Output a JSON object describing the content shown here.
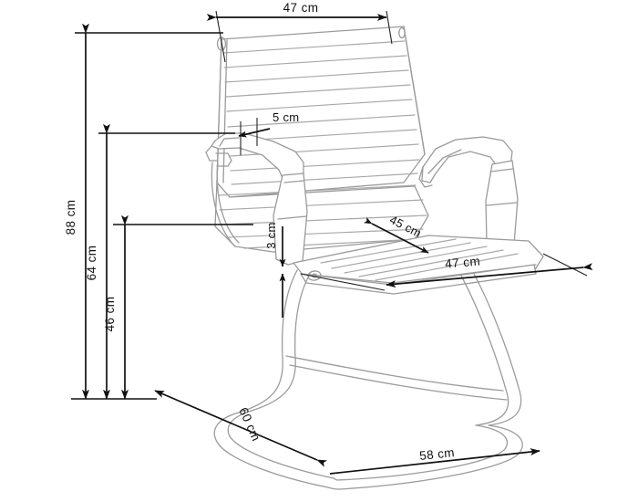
{
  "drawing": {
    "title": "Office chair technical dimension drawing",
    "subject": "cantilever-office-chair",
    "unit": "cm",
    "background_color": "#ffffff",
    "chair_line_color": "#9b9b9b",
    "dimension_line_color": "#111111"
  },
  "dimensions": {
    "backrest_width": "47 cm",
    "armrest_offset": "5 cm",
    "total_height": "88 cm",
    "backrest_top_height": "64 cm",
    "seat_height": "46 cm",
    "seat_thickness": "3 cm",
    "seat_depth": "45 cm",
    "seat_width": "47 cm",
    "base_depth": "60 cm",
    "base_width": "58 cm"
  },
  "labels": [
    {
      "id": "backrest-width",
      "text": "47 cm",
      "orientation": "horizontal"
    },
    {
      "id": "armrest-offset",
      "text": "5 cm",
      "orientation": "horizontal"
    },
    {
      "id": "total-height",
      "text": "88 cm",
      "orientation": "vertical"
    },
    {
      "id": "backrest-height",
      "text": "64 cm",
      "orientation": "vertical"
    },
    {
      "id": "seat-height",
      "text": "46 cm",
      "orientation": "vertical"
    },
    {
      "id": "seat-thickness",
      "text": "3 cm",
      "orientation": "vertical"
    },
    {
      "id": "seat-depth",
      "text": "45 cm",
      "orientation": "diagonal"
    },
    {
      "id": "seat-width",
      "text": "47 cm",
      "orientation": "horizontal"
    },
    {
      "id": "base-depth",
      "text": "60 cm",
      "orientation": "diagonal"
    },
    {
      "id": "base-width",
      "text": "58 cm",
      "orientation": "diagonal"
    }
  ]
}
